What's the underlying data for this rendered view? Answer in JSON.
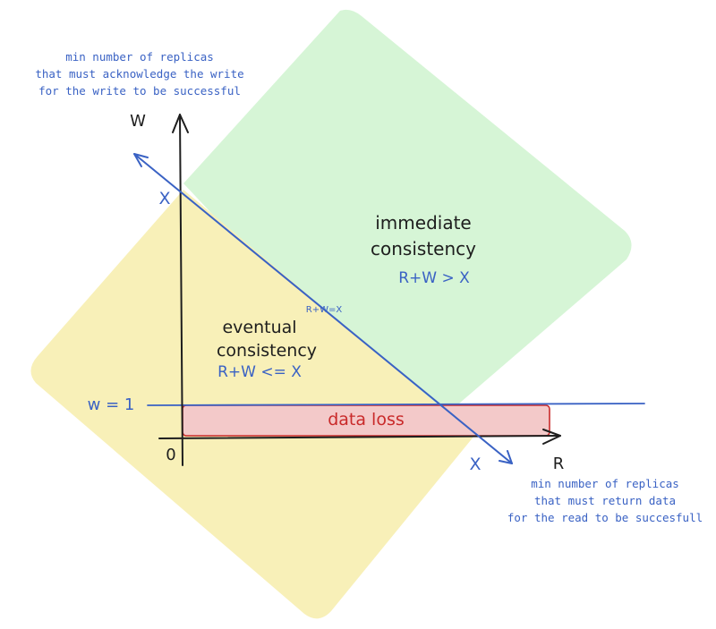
{
  "colors": {
    "ink": "#1e1e1e",
    "blue": "#3a62c4",
    "red": "#c92a2a",
    "green_fill": "#d6f5d6",
    "yellow_fill": "#f8f0b8",
    "red_fill": "#f3c9c9"
  },
  "axes": {
    "w_axis_label": "W",
    "r_axis_label": "R",
    "origin_label": "0",
    "x_on_w_axis": "X",
    "x_on_r_axis": "X"
  },
  "w_annotation": {
    "line1": "min number of replicas",
    "line2": "that must acknowledge the write",
    "line3": "for the write to be successful"
  },
  "r_annotation": {
    "line1": "min number of replicas",
    "line2": "that must return data",
    "line3": "for the read to be succesfull"
  },
  "regions": {
    "immediate_title_1": "immediate",
    "immediate_title_2": "consistency",
    "immediate_condition": "R+W > X",
    "eventual_title_1": "eventual",
    "eventual_title_2": "consistency",
    "eventual_condition": "R+W <= X",
    "data_loss": "data loss"
  },
  "lines": {
    "diagonal_label": "R+W=X",
    "w_equals_one_label": "w = 1"
  }
}
